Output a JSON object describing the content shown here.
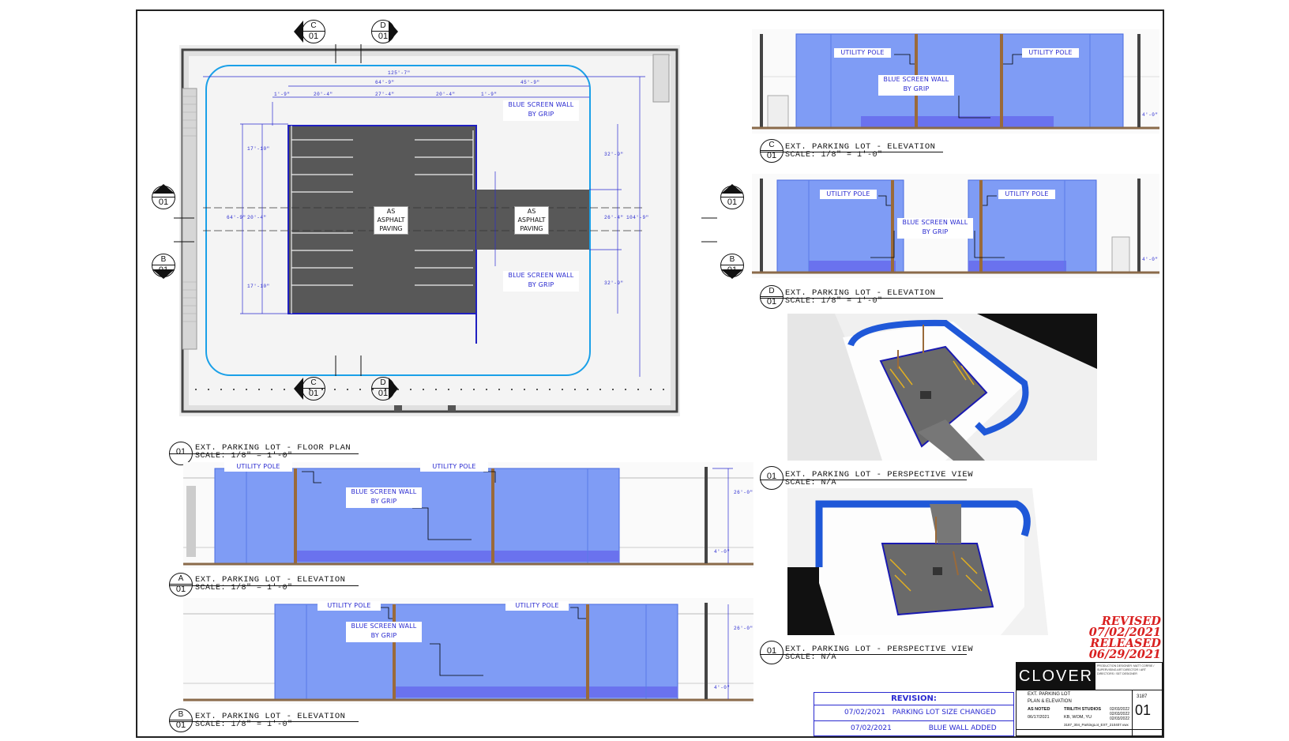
{
  "views": {
    "floor_plan": {
      "number": "01",
      "title": "EXT. PARKING LOT - FLOOR PLAN",
      "scale": "SCALE: 1/8\" = 1'-0\""
    },
    "elev_a": {
      "letter": "A",
      "number": "01",
      "title": "EXT. PARKING LOT - ELEVATION",
      "scale": "SCALE: 1/8\" = 1'-0\""
    },
    "elev_b": {
      "letter": "B",
      "number": "01",
      "title": "EXT. PARKING LOT - ELEVATION",
      "scale": "SCALE: 1/8\" = 1'-0\""
    },
    "elev_c": {
      "letter": "C",
      "number": "01",
      "title": "EXT. PARKING LOT - ELEVATION",
      "scale": "SCALE: 1/8\" = 1'-0\""
    },
    "elev_d": {
      "letter": "D",
      "number": "01",
      "title": "EXT. PARKING LOT - ELEVATION",
      "scale": "SCALE: 1/8\" = 1'-0\""
    },
    "persp_1": {
      "number": "01",
      "title": "EXT. PARKING LOT - PERSPECTIVE VIEW",
      "scale": "SCALE: N/A"
    },
    "persp_2": {
      "number": "01",
      "title": "EXT. PARKING LOT - PERSPECTIVE VIEW",
      "scale": "SCALE: N/A"
    }
  },
  "section_markers": {
    "c_top": {
      "letter": "C",
      "number": "01"
    },
    "d_top": {
      "letter": "D",
      "number": "01"
    },
    "a_left": {
      "letter": "A",
      "number": "01"
    },
    "b_left": {
      "letter": "B",
      "number": "01"
    },
    "a_right": {
      "letter": "A",
      "number": "01"
    },
    "b_right": {
      "letter": "B",
      "number": "01"
    },
    "c_bottom": {
      "letter": "C",
      "number": "01"
    },
    "d_bottom": {
      "letter": "D",
      "number": "01"
    }
  },
  "labels": {
    "utility_pole": "UTILITY POLE",
    "blue_screen_line1": "BLUE SCREEN WALL",
    "blue_screen_line2": "BY GRIP",
    "paving_line1": "AS",
    "paving_line2": "ASPHALT",
    "paving_line3": "PAVING"
  },
  "dimensions": {
    "overall": "125'-7\"",
    "left_span": "64'-9\"",
    "right_span": "45'-9\"",
    "d1": "1'-9\"",
    "d2": "20'-4\"",
    "d3": "27'-4\"",
    "d4": "20'-4\"",
    "d5": "1'-9\"",
    "v1": "32'-9\"",
    "v2": "26'-4\"",
    "v3": "32'-9\"",
    "v4": "104'-9\"",
    "vl1": "17'-10\"",
    "vl2": "20'-4\"",
    "vl3": "17'-10\"",
    "vl4": "64'-9\"",
    "e_h1": "26'-0\"",
    "e_h2": "4'-0\""
  },
  "stamp": {
    "revised": "REVISED",
    "revised_date": "07/02/2021",
    "released": "RELEASED",
    "released_date": "06/29/2021"
  },
  "revision": {
    "heading": "REVISION:",
    "rows": [
      {
        "date": "07/02/2021",
        "text": "PARKING LOT SIZE CHANGED"
      },
      {
        "date": "07/02/2021",
        "text": "BLUE WALL ADDED"
      }
    ]
  },
  "title_block": {
    "logo": "CLOVER",
    "set_name": "EXT. PARKING LOT",
    "sheet_name": "PLAN & ELEVATION",
    "scale": "AS NOTED",
    "location": "TRILITH STUDIOS",
    "date": "06/17/2021",
    "drawn_by": "KB, WOM, YU",
    "project_no": "3187",
    "sheet_no": "01",
    "file": "3187_304_ParkingLot_EXT_210407.vwx",
    "credits": "PRODUCTION DESIGNER: MATT CORRIE / SUPERVISING ART DIRECTOR / ART DIRECTORS / SET DESIGNER",
    "d_a": "02/03/2022",
    "d_b": "02/03/2022",
    "d_c": "02/03/2022"
  },
  "colors": {
    "blue_wall": "#7f9cf5",
    "blue_line": "#1d1dc4",
    "asphalt": "#555555",
    "pole": "#9a6a3a",
    "stamp": "#d92020"
  }
}
